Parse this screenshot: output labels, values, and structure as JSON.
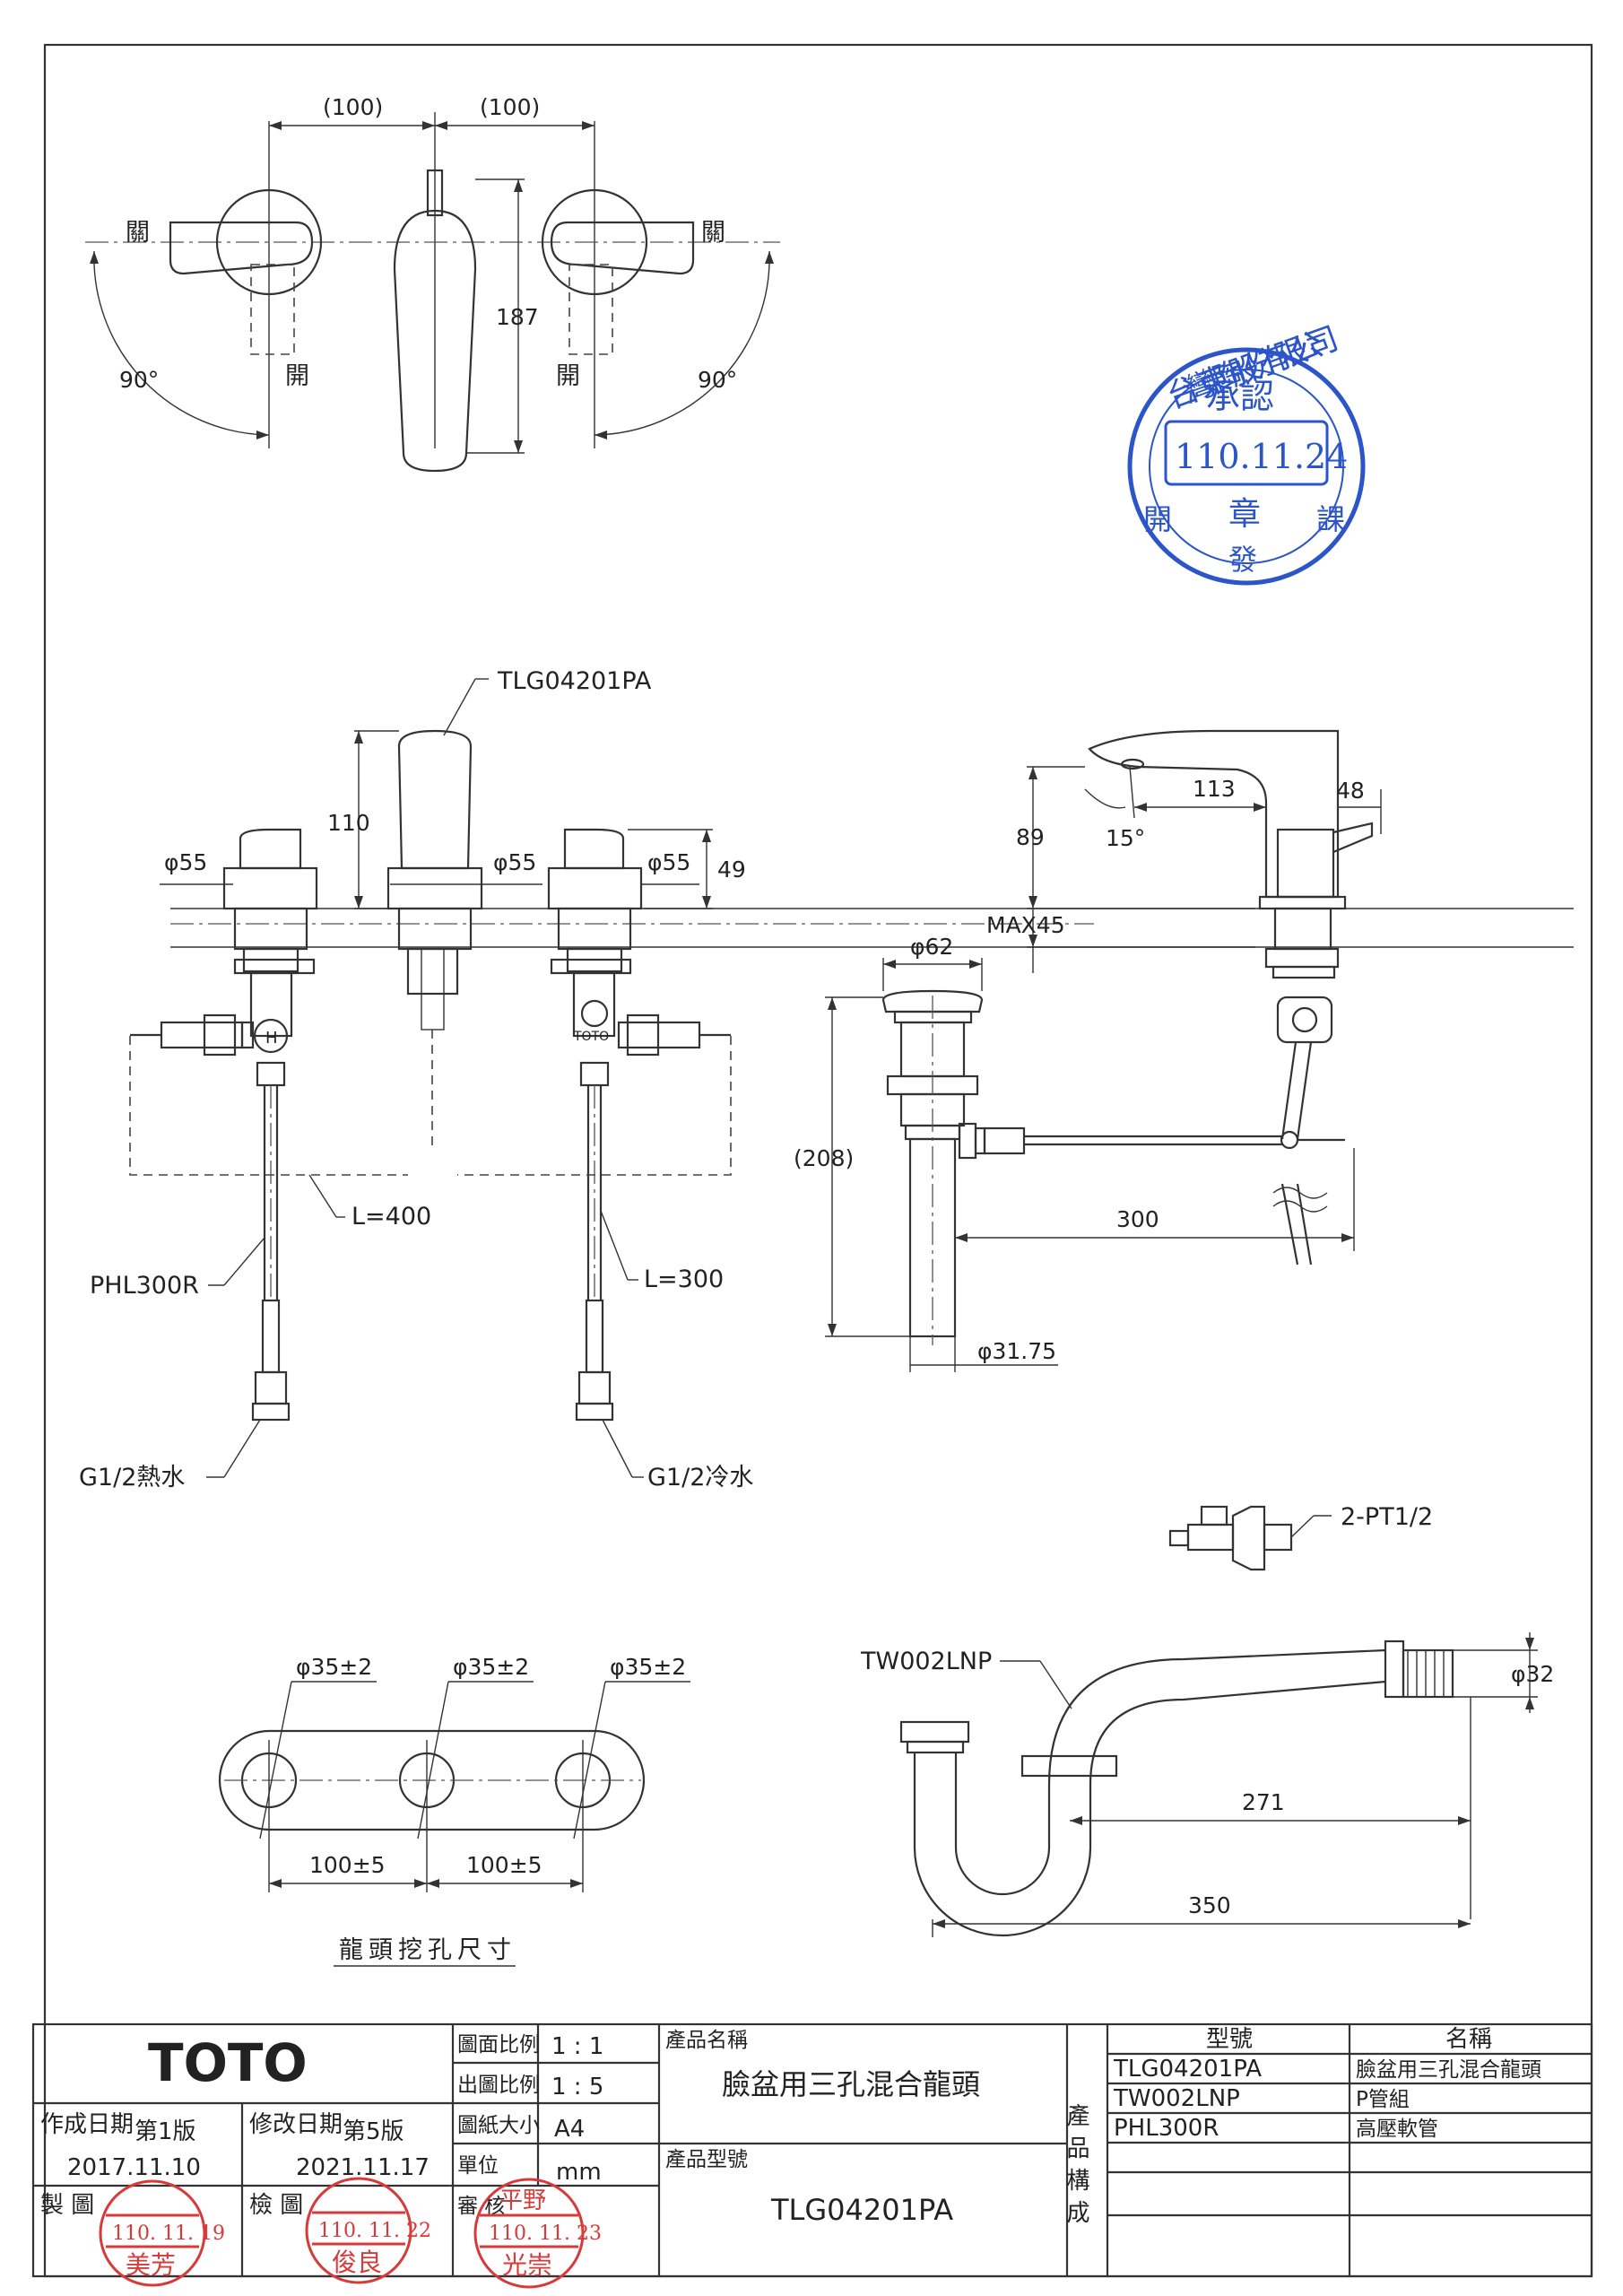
{
  "top_view": {
    "dim_left": "(100)",
    "dim_right": "(100)",
    "dim_height": "187",
    "close_left": "關",
    "close_right": "關",
    "open_left": "開",
    "open_right": "開",
    "angle_left": "90°",
    "angle_right": "90°"
  },
  "approval_stamp": {
    "company": "台灣東陶股份有限公司",
    "title": "承認",
    "date": "110.11.24",
    "seal": "章",
    "dept_left": "開",
    "dept_mid": "發",
    "dept_right": "課"
  },
  "front_view": {
    "model_label": "TLG04201PA",
    "height": "110",
    "dia_left": "φ55",
    "dia_mid": "φ55",
    "dia_right": "φ55",
    "dim_49": "49",
    "hose_left_len": "L=400",
    "hose_right_len": "L=300",
    "hose_model": "PHL300R",
    "hot": "G1/2熱水",
    "cold": "G1/2冷水"
  },
  "side_view": {
    "dim_89": "89",
    "angle": "15°",
    "dim_113": "113",
    "dim_48": "48",
    "max": "MAX45"
  },
  "drain": {
    "dia_top": "φ62",
    "height": "(208)",
    "len": "300",
    "dia_bottom": "φ31.75"
  },
  "valve_label": "2-PT1/2",
  "hole_layout": {
    "hole1": "φ35±2",
    "hole2": "φ35±2",
    "hole3": "φ35±2",
    "spacing1": "100±5",
    "spacing2": "100±5",
    "caption": "龍頭挖孔尺寸"
  },
  "trap": {
    "model": "TW002LNP",
    "dia": "φ32",
    "len1": "271",
    "len2": "350"
  },
  "title_block": {
    "brand": "TOTO",
    "scale_label": "圖面比例",
    "scale": "1 : 1",
    "print_scale_label": "出圖比例",
    "print_scale": "1 : 5",
    "paper_label": "圖紙大小",
    "paper": "A4",
    "unit_label": "單位",
    "unit": "mm",
    "review_label": "審 核",
    "created_label": "作成日期",
    "edition1": "第1版",
    "created_date": "2017.11.10",
    "modified_label": "修改日期",
    "edition5": "第5版",
    "modified_date": "2021.11.17",
    "drawn_label": "製 圖",
    "checked_label": "檢 圖",
    "product_name_label": "產品名稱",
    "product_name": "臉盆用三孔混合龍頭",
    "product_model_label": "產品型號",
    "product_model": "TLG04201PA",
    "composition_label": "產品構成",
    "col_model": "型號",
    "col_name": "名稱",
    "rows": [
      {
        "model": "TLG04201PA",
        "name": "臉盆用三孔混合龍頭"
      },
      {
        "model": "TW002LNP",
        "name": "P管組"
      },
      {
        "model": "PHL300R",
        "name": "高壓軟管"
      }
    ],
    "stamp1_date": "110. 11. 19",
    "stamp1_name": "美芳",
    "stamp2_date": "110. 11. 22",
    "stamp2_name": "俊良",
    "stamp3_top": "平野",
    "stamp3_date": "110. 11. 23",
    "stamp3_name": "光崇"
  }
}
